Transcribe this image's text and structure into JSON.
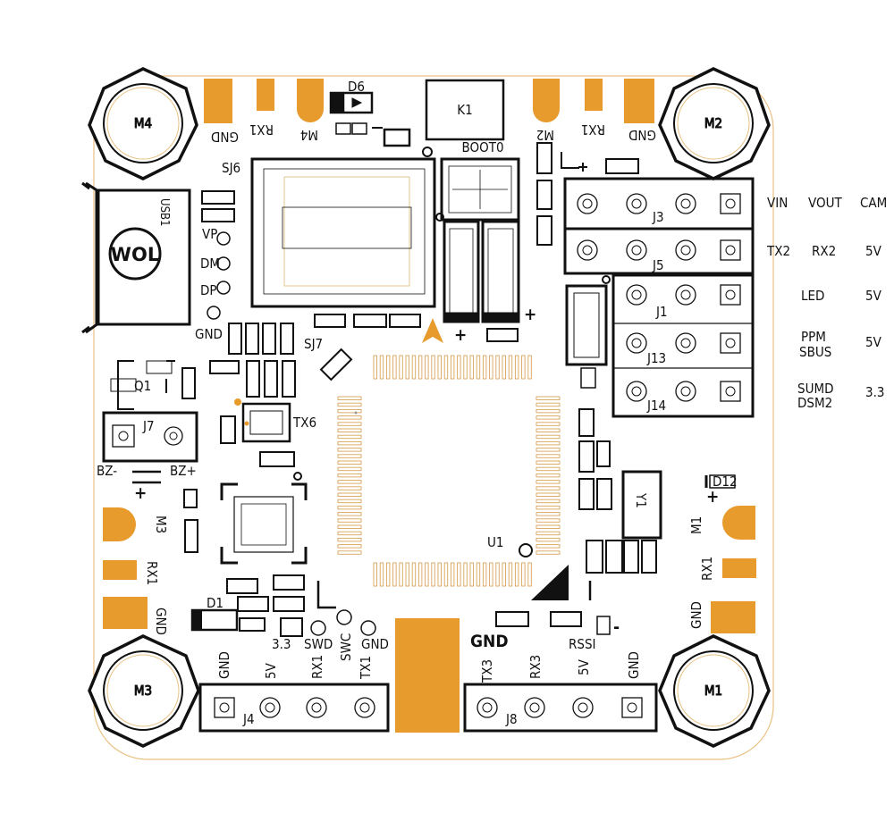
{
  "motors": {
    "m1": "M1",
    "m2": "M2",
    "m3": "M3",
    "m4": "M4"
  },
  "logo": "WOL",
  "top_pads": {
    "left": [
      "GND",
      "RX1",
      "M4"
    ],
    "right": [
      "M2",
      "RX1",
      "GND"
    ]
  },
  "left_pads": [
    "M3",
    "RX1",
    "GND"
  ],
  "right_pads": [
    "M1",
    "RX1",
    "GND"
  ],
  "components": {
    "d6": "D6",
    "k1": "K1",
    "boot0": "BOOT0",
    "sj6": "SJ6",
    "usb1": "USB1",
    "vp": "VP",
    "dm": "DM",
    "dp": "DP",
    "gnd_usb": "GND",
    "sj7": "SJ7",
    "q1": "Q1",
    "j7": "J7",
    "bz_minus": "BZ-",
    "bz_plus": "BZ+",
    "tx6": "TX6",
    "u1": "U1",
    "y1": "Y1",
    "d12": "D12",
    "d1": "D1",
    "rssi": "RSSI",
    "gnd_big": "GND",
    "j3": "J3",
    "j5": "J5",
    "j1": "J1",
    "j13": "J13",
    "j14": "J14",
    "j4": "J4",
    "j8": "J8"
  },
  "header_labels": {
    "row_j3": [
      "VIN",
      "VOUT",
      "CAM"
    ],
    "row_j5": [
      "TX2",
      "RX2",
      "5V"
    ],
    "row_j1": [
      "LED",
      "5V"
    ],
    "row_j13_a": "PPM",
    "row_j13_b": "SBUS",
    "row_j13_v": "5V",
    "row_j14_a": "SUMD",
    "row_j14_b": "DSM2",
    "row_j14_v": "3.3"
  },
  "swd_labels": [
    "3.3",
    "SWD",
    "SWC",
    "GND"
  ],
  "j4_labels": [
    "GND",
    "5V",
    "RX1",
    "TX1"
  ],
  "j8_labels": [
    "TX3",
    "RX3",
    "5V",
    "GND"
  ],
  "signs": {
    "plus": "+",
    "minus": "-"
  },
  "colors": {
    "pad": "#E79B2C",
    "line": "#111111",
    "board": "#FFFFFF"
  }
}
